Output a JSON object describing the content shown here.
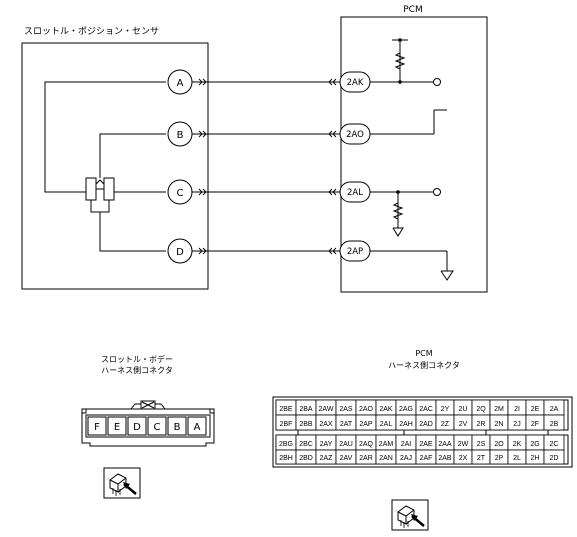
{
  "sensor_title": "スロットル・ポジション・センサ",
  "pcm_title": "PCM",
  "sensor_pins": [
    "A",
    "B",
    "C",
    "D"
  ],
  "pcm_pins": [
    "2AK",
    "2AO",
    "2AL",
    "2AP"
  ],
  "throttle_connector": {
    "title_line1": "スロットル・ボデー",
    "title_line2": "ハーネス側コネクタ",
    "pins": [
      "F",
      "E",
      "D",
      "C",
      "B",
      "A"
    ]
  },
  "pcm_connector": {
    "title_line1": "PCM",
    "title_line2": "ハーネス側コネクタ",
    "row1": [
      "2BE",
      "2BA",
      "2AW",
      "2AS",
      "2AO",
      "2AK",
      "2AG",
      "2AC",
      "2Y",
      "2U",
      "2Q",
      "2M",
      "2I",
      "2E",
      "2A"
    ],
    "row2": [
      "2BF",
      "2BB",
      "2AX",
      "2AT",
      "2AP",
      "2AL",
      "2AH",
      "2AD",
      "2Z",
      "2V",
      "2R",
      "2N",
      "2J",
      "2F",
      "2B"
    ],
    "row3": [
      "2BG",
      "2BC",
      "2AY",
      "2AU",
      "2AQ",
      "2AM",
      "2AI",
      "2AE",
      "2AA",
      "2W",
      "2S",
      "2O",
      "2K",
      "2G",
      "2C"
    ],
    "row4": [
      "2BH",
      "2BD",
      "2AZ",
      "2AV",
      "2AR",
      "2AN",
      "2AJ",
      "2AF",
      "2AB",
      "2X",
      "2T",
      "2P",
      "2L",
      "2H",
      "2D"
    ]
  }
}
